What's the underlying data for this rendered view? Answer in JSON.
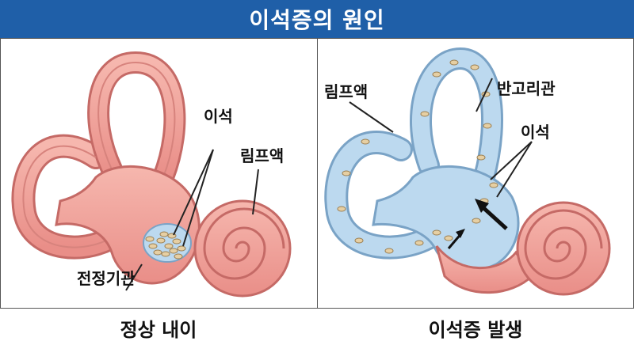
{
  "title": "이석증의 원인",
  "left_panel": {
    "caption": "정상 내이",
    "labels": {
      "otolith": "이석",
      "endolymph": "림프액",
      "vestibule": "전정기관"
    }
  },
  "right_panel": {
    "caption": "이석증 발생",
    "labels": {
      "endolymph": "림프액",
      "canal": "반고리관",
      "otolith": "이석"
    }
  },
  "colors": {
    "title_bg": "#1f5fa8",
    "tissue": "#f2a7a0",
    "tissue_outline": "#c56a66",
    "fluid": "#bcd9ef",
    "otolith": "#e6cfa3"
  }
}
